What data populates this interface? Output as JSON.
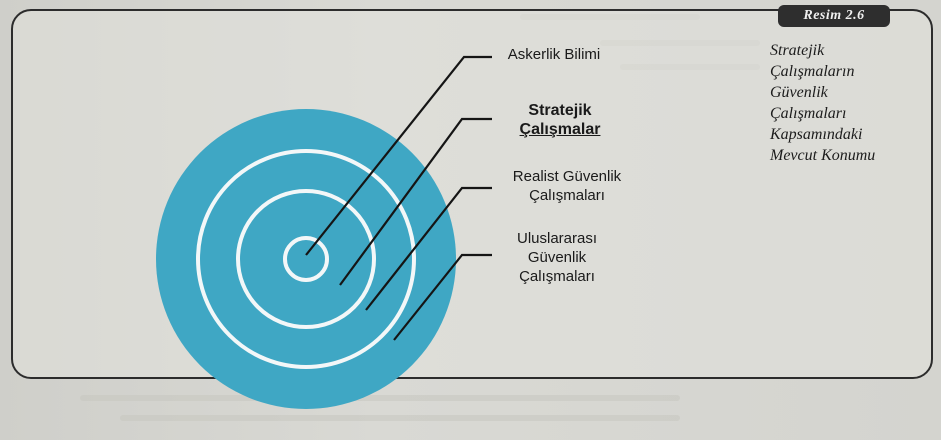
{
  "figure_tag": "Resim 2.6",
  "caption": "Stratejik\nÇalışmaların\nGüvenlik\nÇalışmaları\nKapsamındaki\nMevcut Konumu",
  "rings": [
    {
      "label_line1": "Askerlik Bilimi",
      "label_line2": "",
      "label_line3": ""
    },
    {
      "label_line1": "Stratejik",
      "label_line2": "Çalışmalar",
      "label_line3": ""
    },
    {
      "label_line1": "Realist Güvenlik",
      "label_line2": "Çalışmaları",
      "label_line3": ""
    },
    {
      "label_line1": "Uluslararası",
      "label_line2": "Güvenlik",
      "label_line3": "Çalışmaları"
    }
  ],
  "colors": {
    "disk": "#3fa7c4",
    "ring_line": "#f3f7f8",
    "leader_line": "#151515",
    "panel_border": "#2c2c2c"
  }
}
